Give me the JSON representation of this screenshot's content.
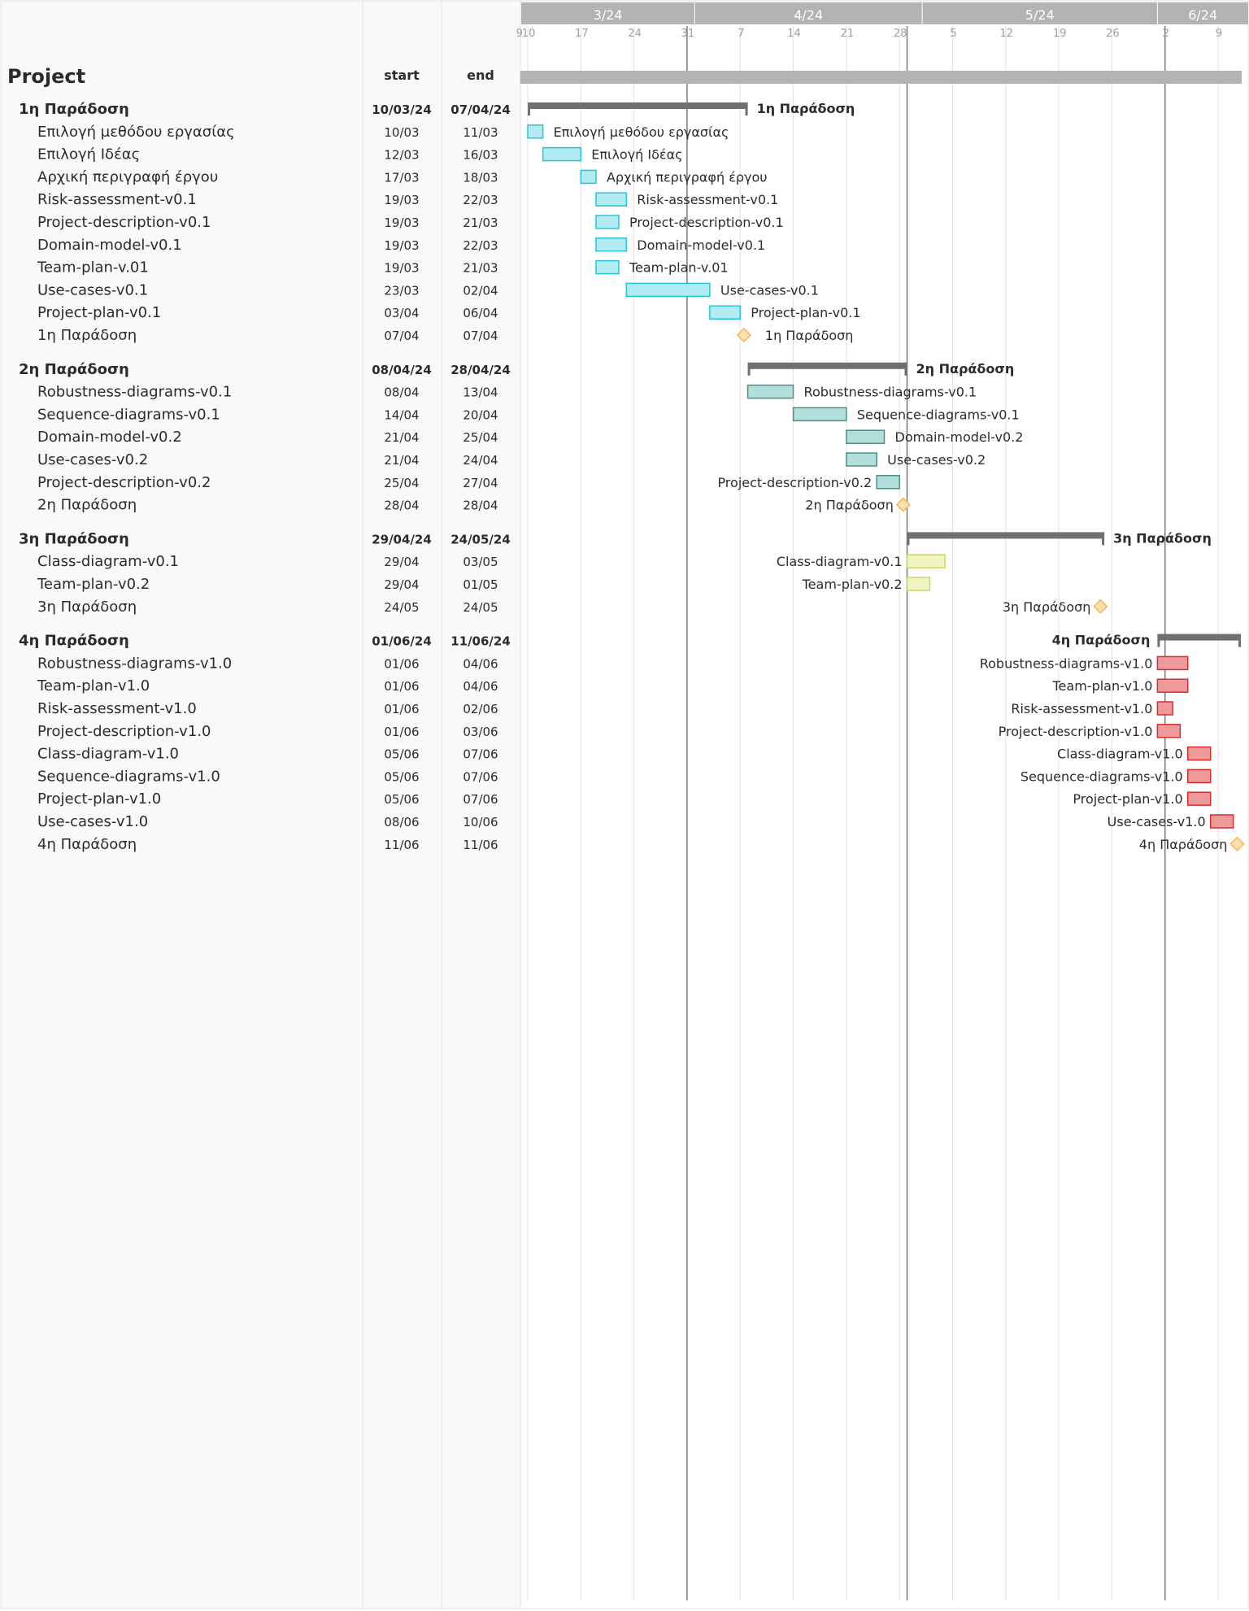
{
  "project": {
    "title": "Project"
  },
  "columns": {
    "start": "start",
    "end": "end"
  },
  "months": [
    "3/24",
    "4/24",
    "5/24",
    "6/24"
  ],
  "week_ticks": [
    "9",
    "10",
    "17",
    "24",
    "31",
    "7",
    "14",
    "21",
    "28",
    "5",
    "12",
    "19",
    "26",
    "2",
    "9"
  ],
  "colors": {
    "phase1": {
      "fill": "#b2ebf2",
      "stroke": "#26c6da"
    },
    "phase2": {
      "fill": "#b2dfdb",
      "stroke": "#4f8f7e"
    },
    "phase3": {
      "fill": "#f0f4c3",
      "stroke": "#cdd35f"
    },
    "phase4": {
      "fill": "#ef9a9a",
      "stroke": "#d32f2f"
    },
    "milestone": {
      "fill": "#ffe0b2",
      "stroke": "#f5b74a"
    },
    "group_bar": "#707070",
    "project_bar": "#b3b3b3",
    "header_bar": "#b3b3b3"
  },
  "chart_data": {
    "type": "gantt",
    "title": "Project",
    "x_range": [
      "2024-03-09",
      "2024-06-11"
    ],
    "month_labels": [
      "3/24",
      "4/24",
      "5/24",
      "6/24"
    ],
    "today_lines": [
      "2024-03-31",
      "2024-04-29",
      "2024-06-02"
    ],
    "groups": [
      {
        "name": "1η Παράδοση",
        "start": "10/03/24",
        "end": "07/04/24",
        "start_date": "2024-03-10",
        "end_date": "2024-04-07",
        "color": "phase1",
        "tasks": [
          {
            "name": "Επιλογή μεθόδου εργασίας",
            "start": "10/03",
            "end": "11/03",
            "start_date": "2024-03-10",
            "end_date": "2024-03-11"
          },
          {
            "name": "Επιλογή Ιδέας",
            "start": "12/03",
            "end": "16/03",
            "start_date": "2024-03-12",
            "end_date": "2024-03-16"
          },
          {
            "name": "Αρχική περιγραφή έργου",
            "start": "17/03",
            "end": "18/03",
            "start_date": "2024-03-17",
            "end_date": "2024-03-18"
          },
          {
            "name": "Risk-assessment-v0.1",
            "start": "19/03",
            "end": "22/03",
            "start_date": "2024-03-19",
            "end_date": "2024-03-22"
          },
          {
            "name": "Project-description-v0.1",
            "start": "19/03",
            "end": "21/03",
            "start_date": "2024-03-19",
            "end_date": "2024-03-21"
          },
          {
            "name": "Domain-model-v0.1",
            "start": "19/03",
            "end": "22/03",
            "start_date": "2024-03-19",
            "end_date": "2024-03-22"
          },
          {
            "name": "Team-plan-v.01",
            "start": "19/03",
            "end": "21/03",
            "start_date": "2024-03-19",
            "end_date": "2024-03-21"
          },
          {
            "name": "Use-cases-v0.1",
            "start": "23/03",
            "end": "02/04",
            "start_date": "2024-03-23",
            "end_date": "2024-04-02"
          },
          {
            "name": "Project-plan-v0.1",
            "start": "03/04",
            "end": "06/04",
            "start_date": "2024-04-03",
            "end_date": "2024-04-06"
          },
          {
            "name": "1η Παράδοση",
            "start": "07/04",
            "end": "07/04",
            "start_date": "2024-04-07",
            "end_date": "2024-04-07",
            "milestone": true
          }
        ]
      },
      {
        "name": "2η Παράδοση",
        "start": "08/04/24",
        "end": "28/04/24",
        "start_date": "2024-04-08",
        "end_date": "2024-04-28",
        "color": "phase2",
        "tasks": [
          {
            "name": "Robustness-diagrams-v0.1",
            "start": "08/04",
            "end": "13/04",
            "start_date": "2024-04-08",
            "end_date": "2024-04-13"
          },
          {
            "name": "Sequence-diagrams-v0.1",
            "start": "14/04",
            "end": "20/04",
            "start_date": "2024-04-14",
            "end_date": "2024-04-20"
          },
          {
            "name": "Domain-model-v0.2",
            "start": "21/04",
            "end": "25/04",
            "start_date": "2024-04-21",
            "end_date": "2024-04-25"
          },
          {
            "name": "Use-cases-v0.2",
            "start": "21/04",
            "end": "24/04",
            "start_date": "2024-04-21",
            "end_date": "2024-04-24"
          },
          {
            "name": "Project-description-v0.2",
            "start": "25/04",
            "end": "27/04",
            "start_date": "2024-04-25",
            "end_date": "2024-04-27",
            "label_left": true
          },
          {
            "name": "2η Παράδοση",
            "start": "28/04",
            "end": "28/04",
            "start_date": "2024-04-28",
            "end_date": "2024-04-28",
            "milestone": true,
            "label_left": true
          }
        ]
      },
      {
        "name": "3η Παράδοση",
        "start": "29/04/24",
        "end": "24/05/24",
        "start_date": "2024-04-29",
        "end_date": "2024-05-24",
        "color": "phase3",
        "tasks": [
          {
            "name": "Class-diagram-v0.1",
            "start": "29/04",
            "end": "03/05",
            "start_date": "2024-04-29",
            "end_date": "2024-05-03",
            "label_left": true
          },
          {
            "name": "Team-plan-v0.2",
            "start": "29/04",
            "end": "01/05",
            "start_date": "2024-04-29",
            "end_date": "2024-05-01",
            "label_left": true
          },
          {
            "name": "3η Παράδοση",
            "start": "24/05",
            "end": "24/05",
            "start_date": "2024-05-24",
            "end_date": "2024-05-24",
            "milestone": true,
            "label_left": true
          }
        ]
      },
      {
        "name": "4η Παράδοση",
        "start": "01/06/24",
        "end": "11/06/24",
        "start_date": "2024-06-01",
        "end_date": "2024-06-11",
        "color": "phase4",
        "label_left": true,
        "tasks": [
          {
            "name": "Robustness-diagrams-v1.0",
            "start": "01/06",
            "end": "04/06",
            "start_date": "2024-06-01",
            "end_date": "2024-06-04",
            "label_left": true
          },
          {
            "name": "Team-plan-v1.0",
            "start": "01/06",
            "end": "04/06",
            "start_date": "2024-06-01",
            "end_date": "2024-06-04",
            "label_left": true
          },
          {
            "name": "Risk-assessment-v1.0",
            "start": "01/06",
            "end": "02/06",
            "start_date": "2024-06-01",
            "end_date": "2024-06-02",
            "label_left": true
          },
          {
            "name": "Project-description-v1.0",
            "start": "01/06",
            "end": "03/06",
            "start_date": "2024-06-01",
            "end_date": "2024-06-03",
            "label_left": true
          },
          {
            "name": "Class-diagram-v1.0",
            "start": "05/06",
            "end": "07/06",
            "start_date": "2024-06-05",
            "end_date": "2024-06-07",
            "label_left": true
          },
          {
            "name": "Sequence-diagrams-v1.0",
            "start": "05/06",
            "end": "07/06",
            "start_date": "2024-06-05",
            "end_date": "2024-06-07",
            "label_left": true
          },
          {
            "name": "Project-plan-v1.0",
            "start": "05/06",
            "end": "07/06",
            "start_date": "2024-06-05",
            "end_date": "2024-06-07",
            "label_left": true
          },
          {
            "name": "Use-cases-v1.0",
            "start": "08/06",
            "end": "10/06",
            "start_date": "2024-06-08",
            "end_date": "2024-06-10",
            "label_left": true
          },
          {
            "name": "4η Παράδοση",
            "start": "11/06",
            "end": "11/06",
            "start_date": "2024-06-11",
            "end_date": "2024-06-11",
            "milestone": true,
            "label_left": true
          }
        ]
      }
    ]
  }
}
